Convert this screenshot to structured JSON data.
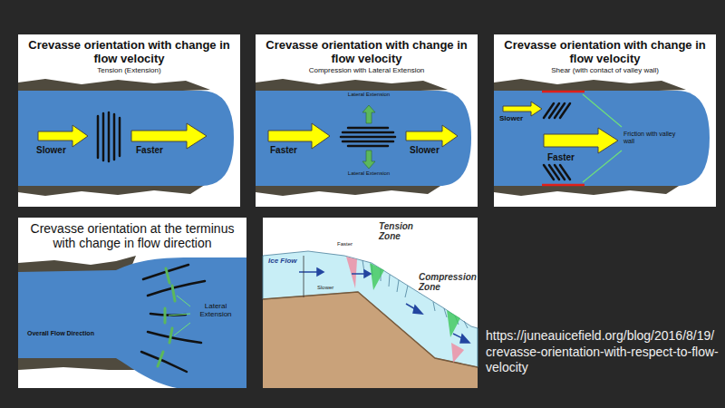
{
  "diagram": {
    "nodes": [
      {
        "text": [
          "Crevasse orientation with change in flow velocity",
          "Tension (Extension)"
        ]
      },
      {
        "text": [
          "Crevasse orientation with change in flow velocity",
          "Compression with Lateral Extension"
        ]
      },
      {
        "text": [
          "Crevasse orientation with change in flow velocity",
          "Shear (with contact of valley wall)"
        ]
      },
      {
        "text": [
          "Crevasse orientation at the terminus with change in flow direction"
        ]
      }
    ],
    "labels": [
      "Slower",
      "Faster",
      "Faster",
      "Slower",
      "Lateral Extension",
      "Lateral Extension",
      "Slower",
      "Faster",
      "Friction with valley wall",
      "Lateral Extension",
      "Overall Flow Direction",
      "Ice Flow",
      "Faster",
      "Slower",
      "Tension Zone",
      "Compression Zone",
      "https://juneauicefield.org/blog/2016/8/19/crevasse-orientation-with-respect-to-flow-velocity"
    ]
  }
}
